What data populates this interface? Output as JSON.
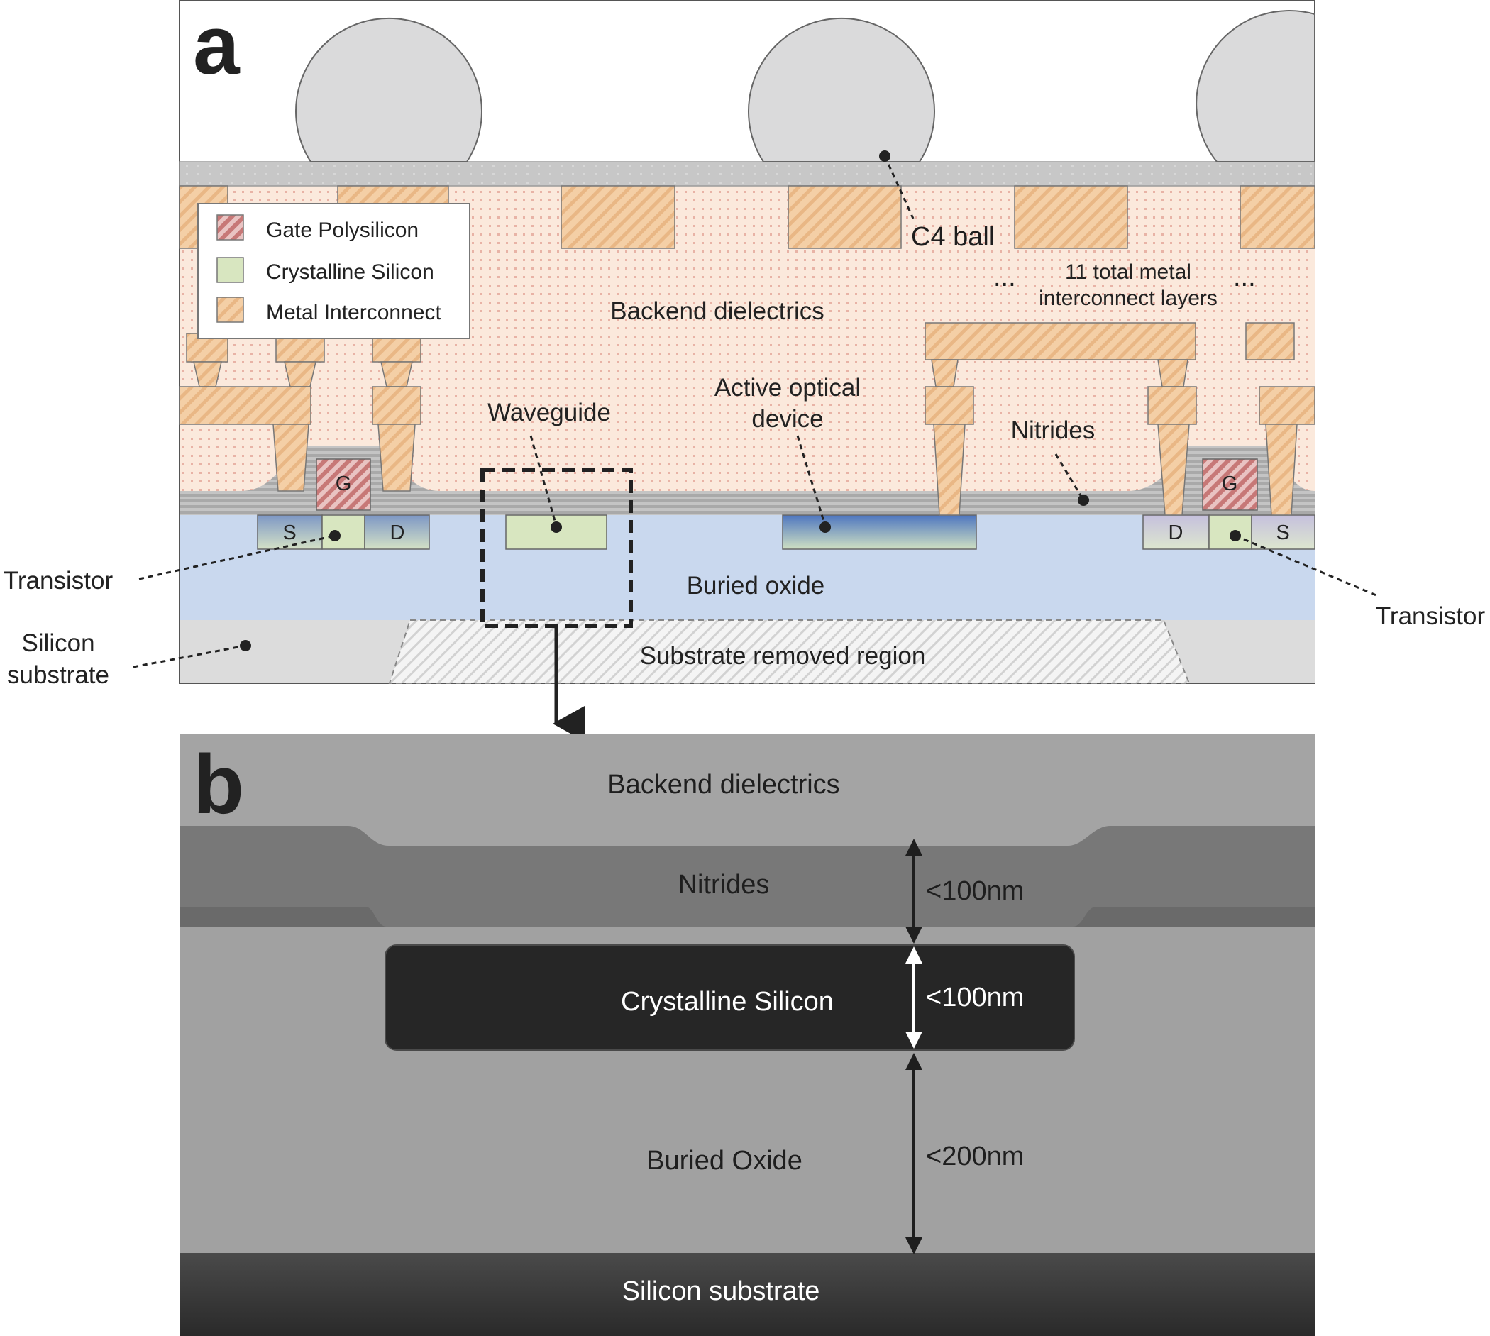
{
  "panel_a": {
    "letter": "a",
    "legend": [
      {
        "label": "Gate Polysilicon",
        "swatch": "gate"
      },
      {
        "label": "Crystalline Silicon",
        "swatch": "csi"
      },
      {
        "label": "Metal Interconnect",
        "swatch": "metal"
      }
    ],
    "labels": {
      "c4_ball": "C4 ball",
      "metal_layers_line1": "11 total metal",
      "metal_layers_line2": "interconnect layers",
      "ellipsis": "...",
      "backend_dielectrics": "Backend dielectrics",
      "waveguide": "Waveguide",
      "active_optical_line1": "Active optical",
      "active_optical_line2": "device",
      "nitrides": "Nitrides",
      "transistor_left": "Transistor",
      "transistor_right": "Transistor",
      "buried_oxide": "Buried oxide",
      "silicon_substrate_line1": "Silicon",
      "silicon_substrate_line2": "substrate",
      "substrate_removed": "Substrate removed region",
      "gate": "G",
      "source": "S",
      "drain": "D"
    }
  },
  "panel_b": {
    "letter": "b",
    "labels": {
      "backend_dielectrics": "Backend dielectrics",
      "nitrides": "Nitrides",
      "crystalline_silicon": "Crystalline Silicon",
      "buried_oxide": "Buried Oxide",
      "silicon_substrate": "Silicon substrate"
    },
    "dimensions": {
      "nitrides": "<100nm",
      "crystalline_silicon": "<100nm",
      "buried_oxide": "<200nm"
    }
  },
  "colors": {
    "dielectric": "#fbe9dc",
    "metal": "#f2c99d",
    "crystalline_si": "#d8e6c0",
    "gate": "#c98385",
    "buried_oxide": "#c9d8ee",
    "substrate": "#dcdcdc",
    "c4": "#dadadb",
    "nitride": "#bfbfbf",
    "active_device": "#5a83c4"
  }
}
